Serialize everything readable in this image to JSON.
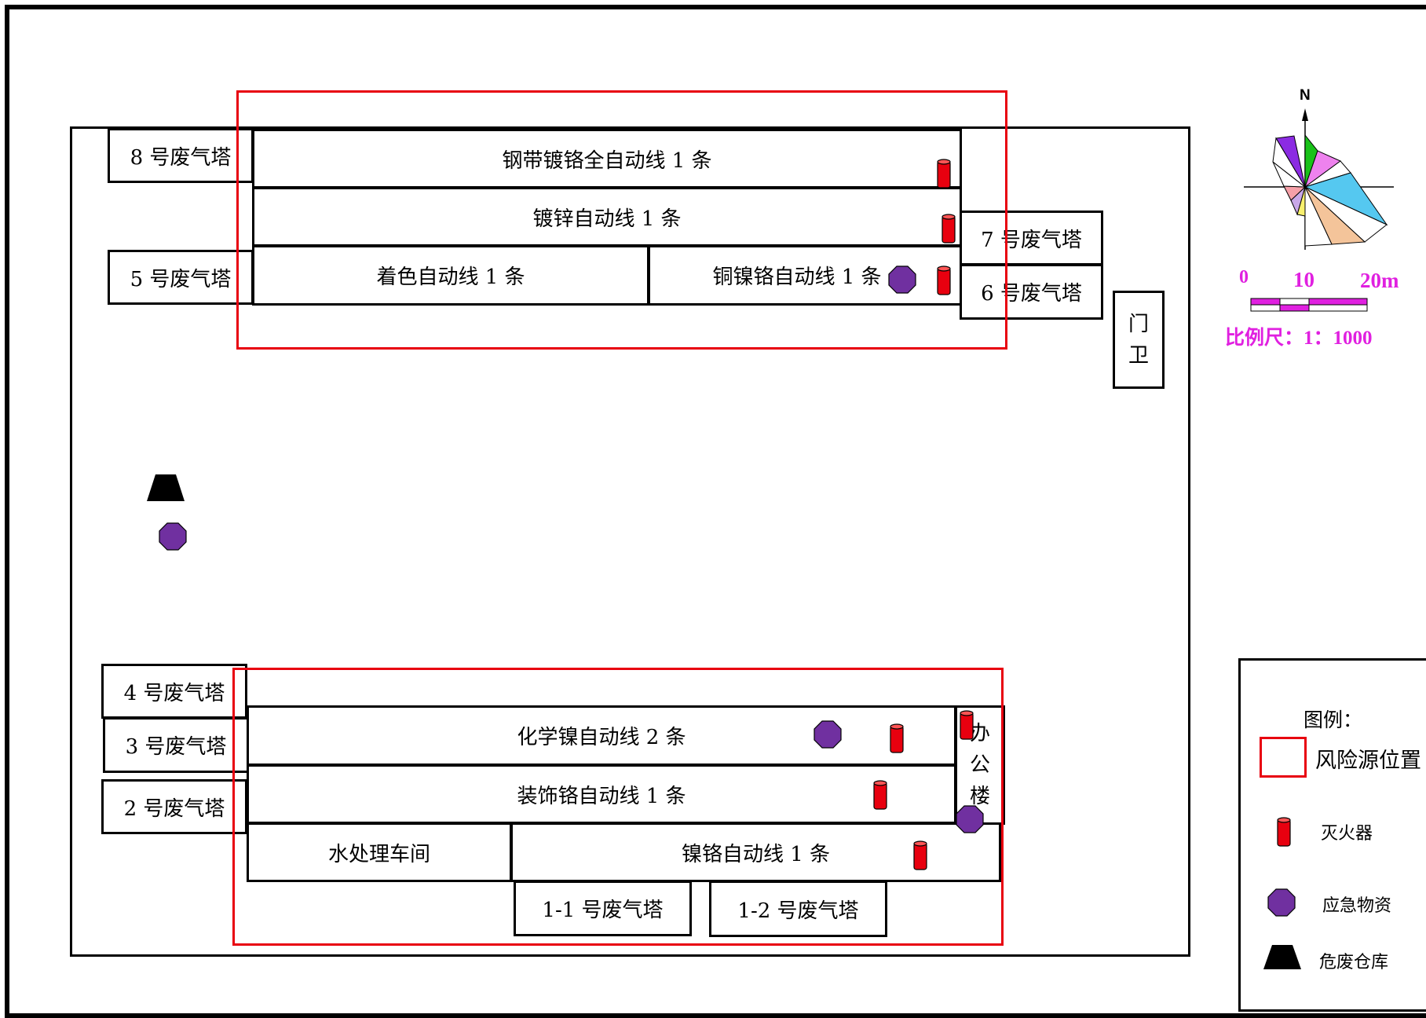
{
  "buildings": {
    "b8": "8 号废气塔",
    "b5": "5 号废气塔",
    "b7": "7 号废气塔",
    "b6": "6 号废气塔",
    "b4": "4 号废气塔",
    "b3": "3 号废气塔",
    "b2": "2 号废气塔",
    "b1_1": "1-1 号废气塔",
    "b1_2": "1-2 号废气塔",
    "line_steel": "钢带镀铬全自动线 1 条",
    "line_zinc": "镀锌自动线 1 条",
    "line_color": "着色自动线 1 条",
    "line_cunicr": "铜镍铬自动线 1 条",
    "line_chemni": "化学镍自动线 2 条",
    "line_decor": "装饰铬自动线 1 条",
    "water": "水处理车间",
    "line_nicr": "镍铬自动线 1 条",
    "gate": [
      "门",
      "卫"
    ],
    "office": [
      "办",
      "公",
      "楼"
    ]
  },
  "compass": {
    "north": "N"
  },
  "scale": {
    "t0": "0",
    "t10": "10",
    "t20": "20m",
    "ratio": "比例尺：1：1000"
  },
  "legend": {
    "title": "图例：",
    "risk": "风险源位置",
    "extinguisher": "灭火器",
    "emergency": "应急物资",
    "hazwaste": "危废仓库"
  },
  "colors": {
    "risk": "#e8000f",
    "extinguisher": "#e8000f",
    "emergency": "#7030a0",
    "scale": "#e020e0"
  }
}
